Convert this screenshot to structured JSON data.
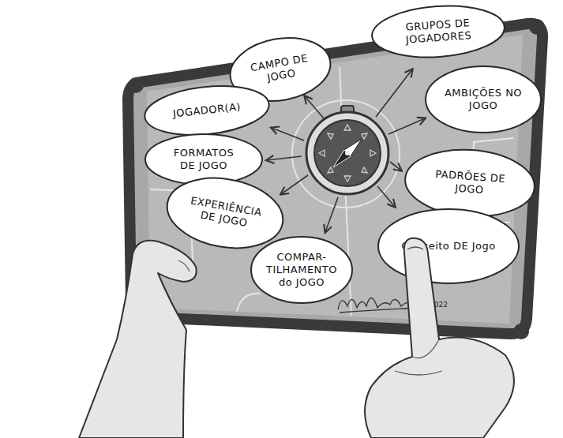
{
  "diagram": {
    "nodes": [
      {
        "text": [
          "GRUPOS DE JOGADORES"
        ]
      },
      {
        "text": [
          "CAMPO DE JOGO"
        ]
      },
      {
        "text": [
          "AMBIÇÕES NO JOGO"
        ]
      },
      {
        "text": [
          "JOGADOR(A)"
        ]
      },
      {
        "text": [
          "FORMATOS DE JOGO"
        ]
      },
      {
        "text": [
          "PADRÕES DE JOGO"
        ]
      },
      {
        "text": [
          "EXPERIÊNCIA DE JOGO"
        ]
      },
      {
        "text": [
          "Conceito DE Jogo"
        ]
      },
      {
        "text": [
          "COMPAR- TILHAMENTO do JOGO"
        ]
      }
    ],
    "labels": [
      "2022"
    ]
  }
}
